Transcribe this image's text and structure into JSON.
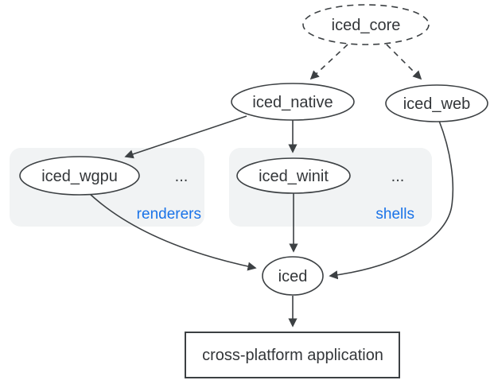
{
  "diagram": {
    "nodes": {
      "iced_core": "iced_core",
      "iced_native": "iced_native",
      "iced_web": "iced_web",
      "iced_wgpu": "iced_wgpu",
      "iced_winit": "iced_winit",
      "iced": "iced",
      "app": "cross-platform application"
    },
    "groups": {
      "renderers": {
        "label": "renderers",
        "more": "..."
      },
      "shells": {
        "label": "shells",
        "more": "..."
      }
    },
    "colors": {
      "stroke": "#3c4043",
      "text": "#333639",
      "group_label": "#1a73e8",
      "group_fill": "#f1f3f4",
      "background": "#ffffff"
    }
  }
}
